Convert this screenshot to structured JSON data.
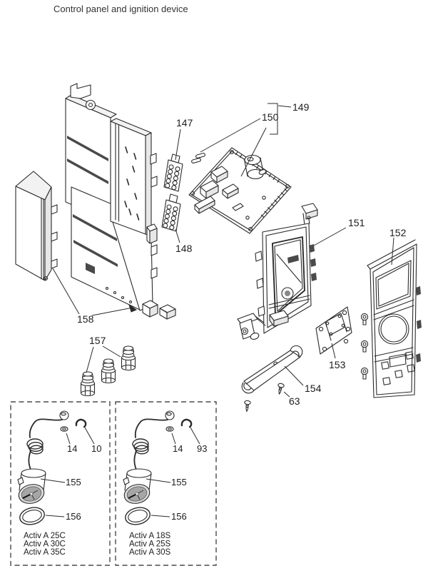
{
  "title": "Control panel and ignition device",
  "colors": {
    "ink": "#2b2b2b",
    "paper": "#ffffff"
  },
  "callouts": {
    "n147": "147",
    "n148": "148",
    "n149": "149",
    "n150": "150",
    "n151": "151",
    "n152": "152",
    "n153": "153",
    "n154": "154",
    "n157": "157",
    "n158": "158",
    "n63": "63"
  },
  "variant_left": {
    "n14": "14",
    "n10": "10",
    "n155": "155",
    "n156": "156",
    "models": [
      "Activ A 25C",
      "Activ A 30C",
      "Activ A 35C"
    ]
  },
  "variant_right": {
    "n14": "14",
    "n93": "93",
    "n155": "155",
    "n156": "156",
    "models": [
      "Activ A 18S",
      "Activ A 25S",
      "Activ A 30S"
    ]
  }
}
